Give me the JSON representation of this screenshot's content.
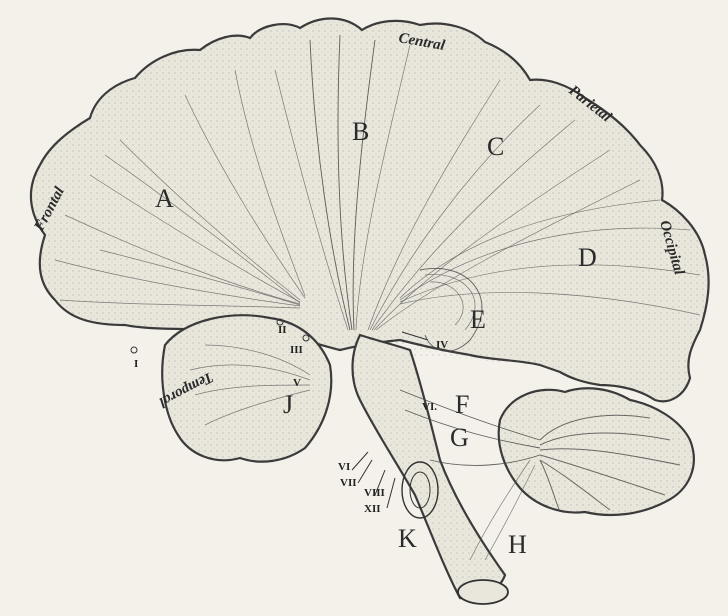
{
  "figure": {
    "lobes": {
      "frontal": "Frontal",
      "central": "Central",
      "parietal": "Parietal",
      "occipital": "Occipital",
      "temporal": "Temporal"
    },
    "letters": {
      "A": "A",
      "B": "B",
      "C": "C",
      "D": "D",
      "E": "E",
      "F": "F",
      "G": "G",
      "H": "H",
      "J": "J",
      "K": "K"
    },
    "nerves": {
      "I": "I",
      "II": "II",
      "III": "III",
      "IV": "IV",
      "V": "V",
      "VI_mid": "VI.",
      "VI": "VI",
      "VII": "VII",
      "VIII": "VIII",
      "XII": "XII"
    }
  }
}
